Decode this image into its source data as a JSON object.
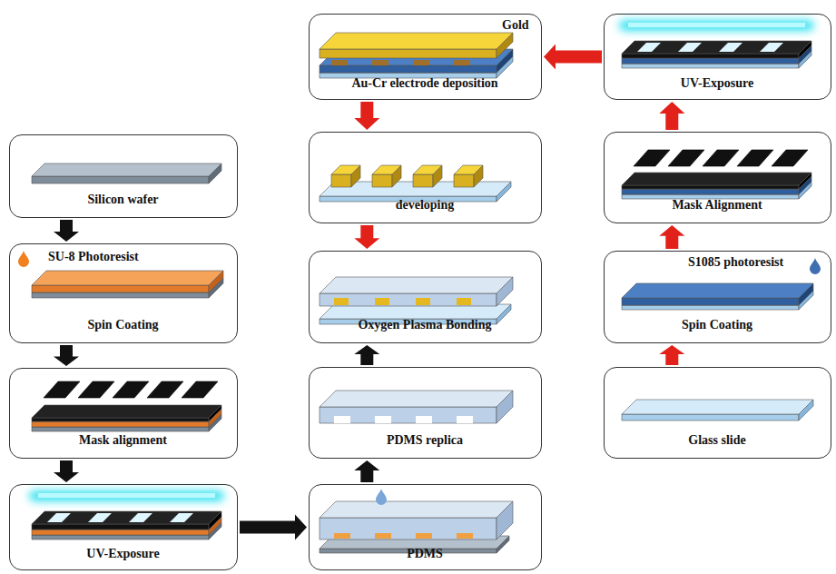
{
  "diagram": {
    "nodes": [
      {
        "text": [
          "Silicon wafer"
        ]
      },
      {
        "text": [
          "SU-8 Photoresist",
          "Spin Coating"
        ]
      },
      {
        "text": [
          "Mask alignment"
        ]
      },
      {
        "text": [
          "UV-Exposure"
        ]
      },
      {
        "text": [
          "Gold",
          "Au-Cr electrode deposition"
        ]
      },
      {
        "text": [
          "developing"
        ]
      },
      {
        "text": [
          "Oxygen Plasma Bonding"
        ]
      },
      {
        "text": [
          "PDMS replica"
        ]
      },
      {
        "text": [
          "PDMS"
        ]
      },
      {
        "text": [
          "UV-Exposure"
        ]
      },
      {
        "text": [
          "Mask Alignment"
        ]
      },
      {
        "text": [
          "S1085 photoresist",
          "Spin Coating"
        ]
      },
      {
        "text": [
          "Glass slide"
        ]
      }
    ],
    "edges": [
      {
        "from": 0,
        "to": 1,
        "arrow": "to"
      },
      {
        "from": 1,
        "to": 2,
        "arrow": "to"
      },
      {
        "from": 2,
        "to": 3,
        "arrow": "to"
      },
      {
        "from": 3,
        "to": 8,
        "arrow": "to"
      },
      {
        "from": 8,
        "to": 7,
        "arrow": "to"
      },
      {
        "from": 7,
        "to": 6,
        "arrow": "to"
      },
      {
        "from": 12,
        "to": 11,
        "arrow": "to"
      },
      {
        "from": 11,
        "to": 10,
        "arrow": "to"
      },
      {
        "from": 10,
        "to": 9,
        "arrow": "to"
      },
      {
        "from": 9,
        "to": 4,
        "arrow": "to"
      },
      {
        "from": 4,
        "to": 5,
        "arrow": "to"
      },
      {
        "from": 5,
        "to": 6,
        "arrow": "to"
      }
    ]
  }
}
